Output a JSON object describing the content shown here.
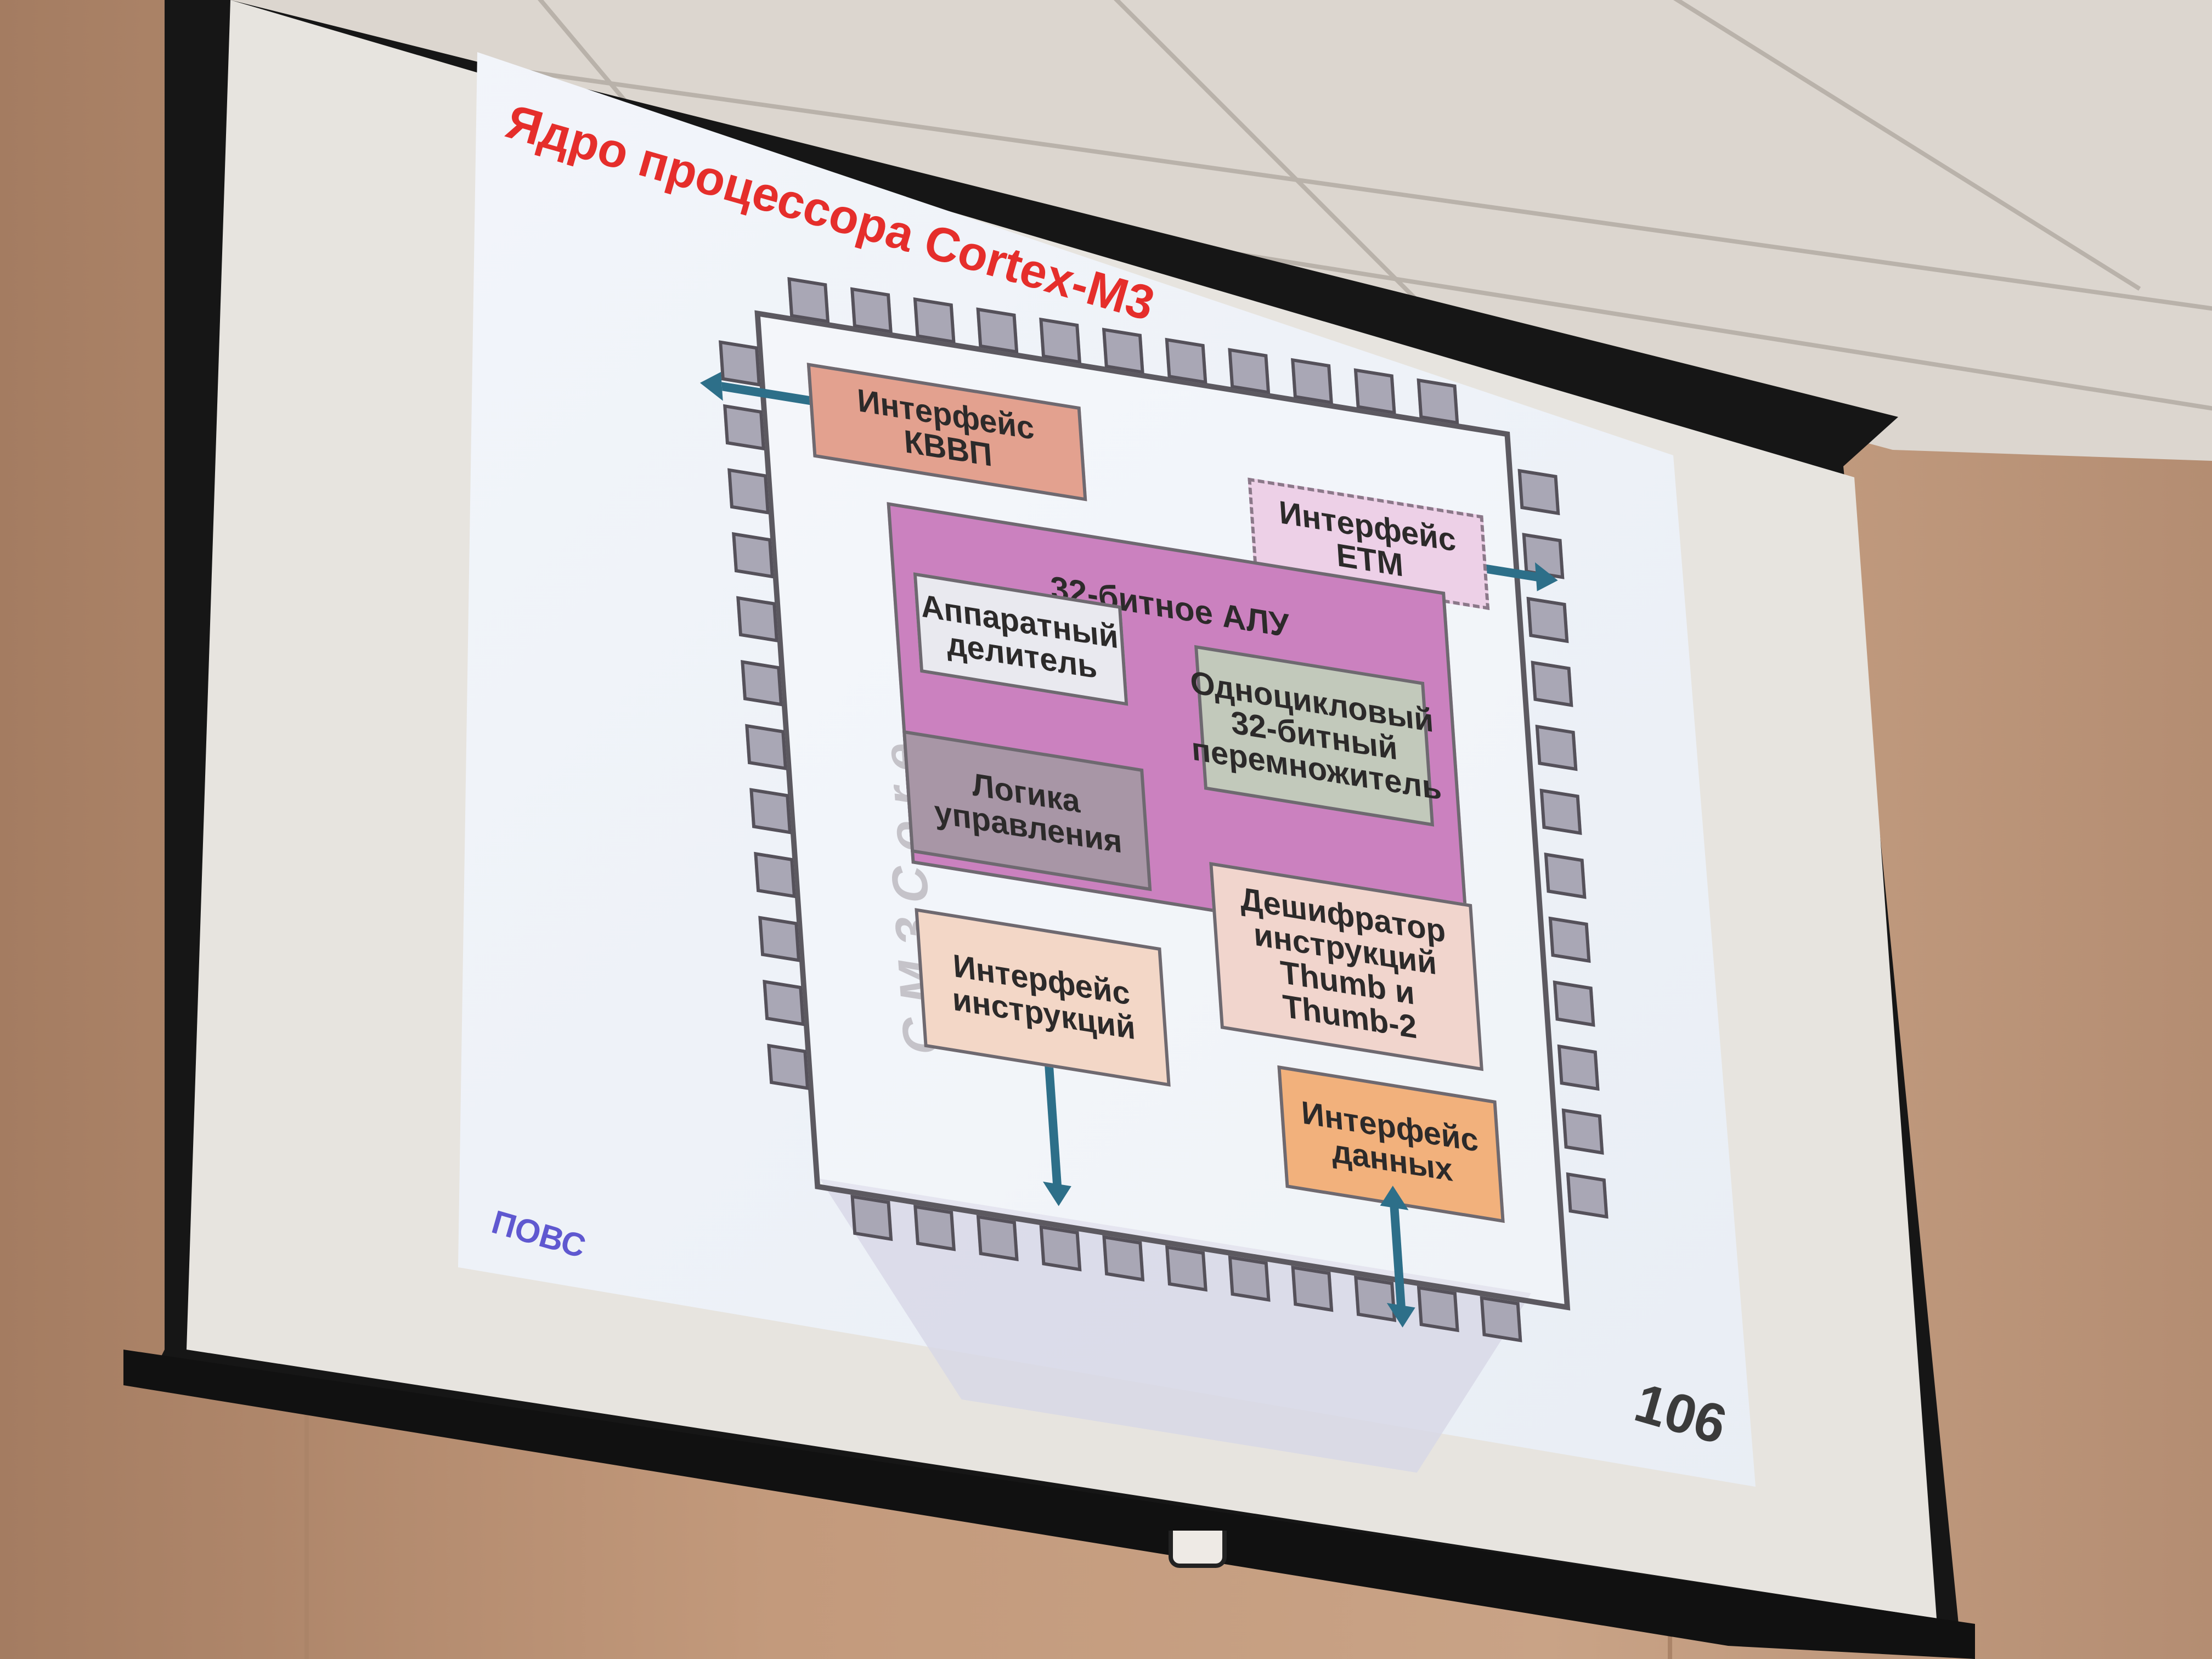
{
  "slide": {
    "title": "Ядро процессора Cortex-M3",
    "footer_left": "ПОВС",
    "page_number": "106",
    "core_label": "CM3Core"
  },
  "diagram": {
    "blocks": {
      "kvvp": "Интерфейс КВВП",
      "etm": "Интерфейс ETM",
      "alu": "32-битное АЛУ",
      "divider": "Аппаратный\nделитель",
      "multiplier": "Одноцикловый\n32-битный\nперемножитель",
      "control": "Логика\nуправления",
      "decoder": "Дешифратор\nинструкций\nThumb и Thumb-2",
      "instr_if": "Интерфейс\nинструкций",
      "data_if": "Интерфейс\nданных"
    }
  },
  "colors": {
    "title": "#e52e2b",
    "footer": "#5f58d0",
    "arrow": "#2d6f89"
  }
}
